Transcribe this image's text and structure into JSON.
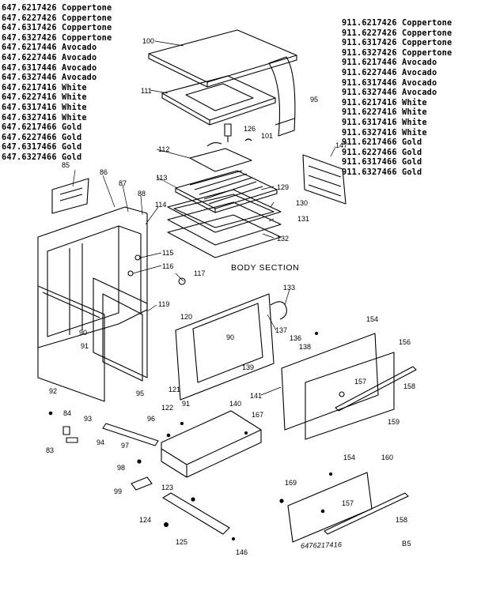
{
  "left_models": [
    "647.6217426 Coppertone",
    "647.6227426 Coppertone",
    "647.6317426 Coppertone",
    "647.6327426 Coppertone",
    "647.6217446 Avocado",
    "647.6227446 Avocado",
    "647.6317446 Avocado",
    "647.6327446 Avocado",
    "647.6217416 White",
    "647.6227416 White",
    "647.6317416 White",
    "647.6327416 White",
    "647.6217466 Gold",
    "647.6227466 Gold",
    "647.6317466 Gold",
    "647.6327466 Gold"
  ],
  "right_models": [
    "911.6217426 Coppertone",
    "911.6227426 Coppertone",
    "911.6317426 Coppertone",
    "911.6327426 Coppertone",
    "911.6217446 Avocado",
    "911.6227446 Avocado",
    "911.6317446 Avocado",
    "911.6327446 Avocado",
    "911.6217416 White",
    "911.6227416 White",
    "911.6317416 White",
    "911.6327416 White",
    "911.6217466 Gold",
    "911.6227466 Gold",
    "911.6317466 Gold",
    "911.6327466 Gold"
  ],
  "section_title": "BODY SECTION",
  "footer_code": "6476217416",
  "page_code": "B5",
  "part_labels": {
    "p83": "83",
    "p84": "84",
    "p85": "85",
    "p86": "86",
    "p87": "87",
    "p88": "88",
    "p90a": "90",
    "p90b": "90",
    "p91a": "91",
    "p91b": "91",
    "p92": "92",
    "p93": "93",
    "p94": "94",
    "p95a": "95",
    "p95b": "95",
    "p96": "96",
    "p97": "97",
    "p98": "98",
    "p99": "99",
    "p100": "100",
    "p101": "101",
    "p111": "111",
    "p112": "112",
    "p113": "113",
    "p114": "114",
    "p115": "115",
    "p116": "116",
    "p117": "117",
    "p119": "119",
    "p120": "120",
    "p121": "121",
    "p122": "122",
    "p123": "123",
    "p124": "124",
    "p125": "125",
    "p126": "126",
    "p129": "129",
    "p130": "130",
    "p131": "131",
    "p132": "132",
    "p133": "133",
    "p136": "136",
    "p137": "137",
    "p138": "138",
    "p139": "139",
    "p140": "140",
    "p141": "141",
    "p146": "146",
    "p147": "147",
    "p154a": "154",
    "p154b": "154",
    "p156": "156",
    "p157a": "157",
    "p157b": "157",
    "p158a": "158",
    "p158b": "158",
    "p159": "159",
    "p160": "160",
    "p167": "167",
    "p169": "169"
  }
}
